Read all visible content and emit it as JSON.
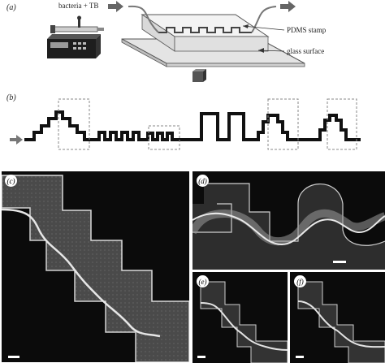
{
  "panel_a": {
    "label": "(a)",
    "inlet_label": "bacteria + TB",
    "stamp_label": "PDMS stamp",
    "surface_label": "glass surface"
  },
  "panel_b": {
    "label": "(b)"
  },
  "panel_c": {
    "label": "(c)"
  },
  "panel_d": {
    "label": "(d)"
  },
  "panel_e": {
    "label": "(e)"
  },
  "panel_f": {
    "label": "(f)"
  }
}
